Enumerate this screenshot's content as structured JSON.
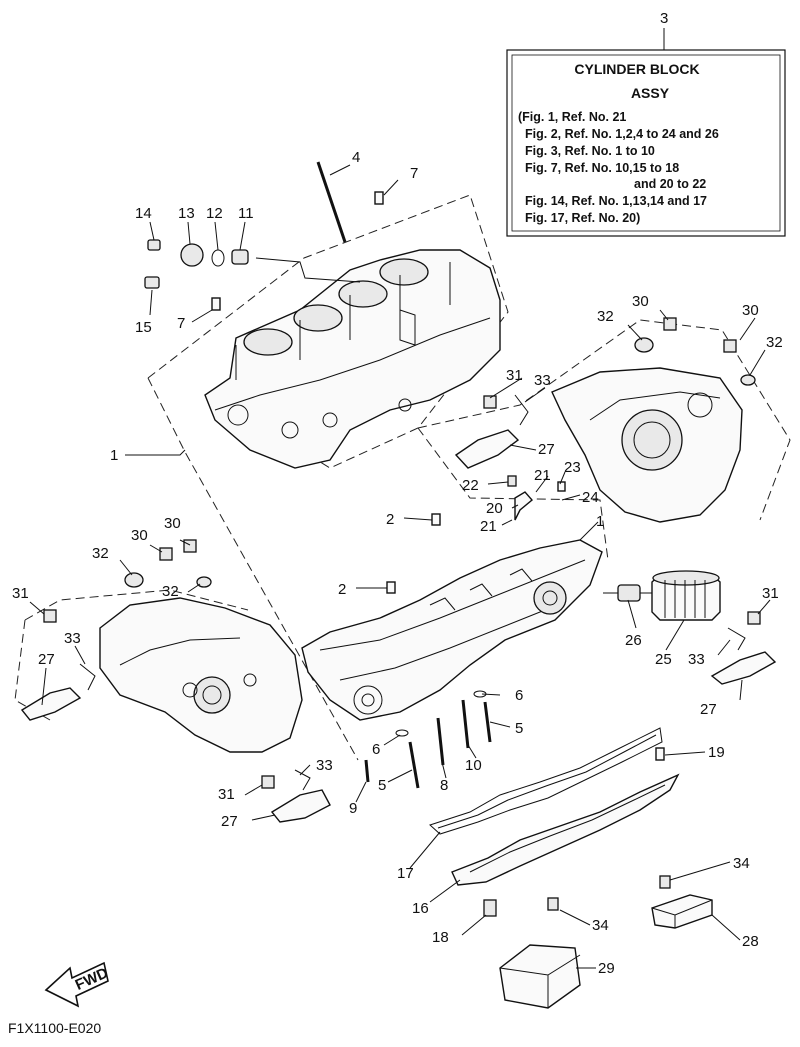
{
  "assy_box": {
    "ref": "3",
    "title_line1": "CYLINDER BLOCK",
    "title_line2": "ASSY",
    "lines": [
      "(Fig. 1, Ref. No. 21",
      "Fig. 2, Ref. No. 1,2,4 to 24 and 26",
      "Fig. 3, Ref. No. 1 to 10",
      "Fig. 7, Ref. No. 10,15 to 18",
      "and 20 to 22",
      "Fig. 14, Ref. No. 1,13,14 and 17",
      "Fig. 17, Ref. No. 20)"
    ]
  },
  "callouts": {
    "c1a": "1",
    "c1b": "1",
    "c2a": "2",
    "c2b": "2",
    "c4": "4",
    "c5a": "5",
    "c5b": "5",
    "c6a": "6",
    "c6b": "6",
    "c7a": "7",
    "c7b": "7",
    "c8": "8",
    "c9": "9",
    "c10": "10",
    "c11": "11",
    "c12": "12",
    "c13": "13",
    "c14": "14",
    "c15": "15",
    "c16": "16",
    "c17": "17",
    "c18": "18",
    "c19": "19",
    "c20": "20",
    "c21a": "21",
    "c21b": "21",
    "c22": "22",
    "c23": "23",
    "c24": "24",
    "c25": "25",
    "c26": "26",
    "c27a": "27",
    "c27b": "27",
    "c27c": "27",
    "c27d": "27",
    "c28": "28",
    "c29": "29",
    "c30a": "30",
    "c30b": "30",
    "c30c": "30",
    "c30d": "30",
    "c31a": "31",
    "c31b": "31",
    "c31c": "31",
    "c31d": "31",
    "c32a": "32",
    "c32b": "32",
    "c32c": "32",
    "c32d": "32",
    "c33a": "33",
    "c33b": "33",
    "c33c": "33",
    "c33d": "33",
    "c34a": "34",
    "c34b": "34"
  },
  "fwd_label": "FWD",
  "drawing_code": "F1X1100-E020",
  "icons": [
    "fwd-arrow-icon"
  ]
}
